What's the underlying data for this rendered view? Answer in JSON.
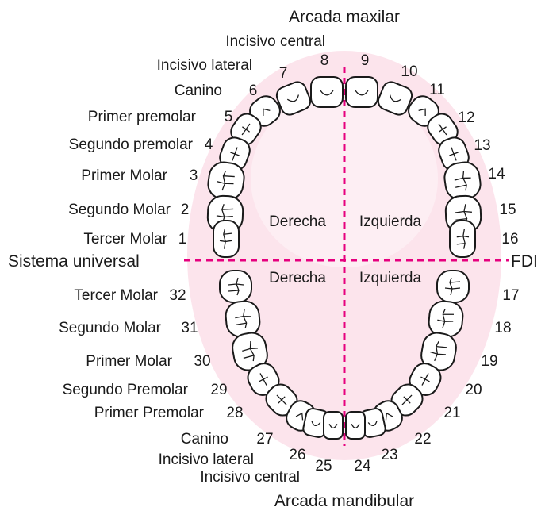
{
  "titles": {
    "upper": "Arcada maxilar",
    "lower": "Arcada mandibular",
    "left_system": "Sistema universal",
    "right_system": "FDI"
  },
  "sides": {
    "upper_right": "Derecha",
    "upper_left": "Izquierda",
    "lower_right": "Derecha",
    "lower_left": "Izquierda"
  },
  "upper_names": [
    "Incisivo central",
    "Incisivo lateral",
    "Canino",
    "Primer premolar",
    "Segundo premolar",
    "Primer Molar",
    "Segundo Molar",
    "Tercer Molar"
  ],
  "lower_names": [
    "Tercer Molar",
    "Segundo Molar",
    "Primer Molar",
    "Segundo Premolar",
    "Primer Premolar",
    "Canino",
    "Incisivo lateral",
    "Incisivo central"
  ],
  "upper_universal": [
    "8",
    "7",
    "6",
    "5",
    "4",
    "3",
    "2",
    "1"
  ],
  "upper_fdi": [
    "9",
    "10",
    "11",
    "12",
    "13",
    "14",
    "15",
    "16"
  ],
  "lower_universal": [
    "32",
    "31",
    "30",
    "29",
    "28",
    "27",
    "26",
    "25"
  ],
  "lower_fdi": [
    "17",
    "18",
    "19",
    "20",
    "21",
    "22",
    "23",
    "24"
  ],
  "colors": {
    "gum": "#fce4ec",
    "divider": "#e6007e",
    "ink": "#1a1a1a"
  }
}
